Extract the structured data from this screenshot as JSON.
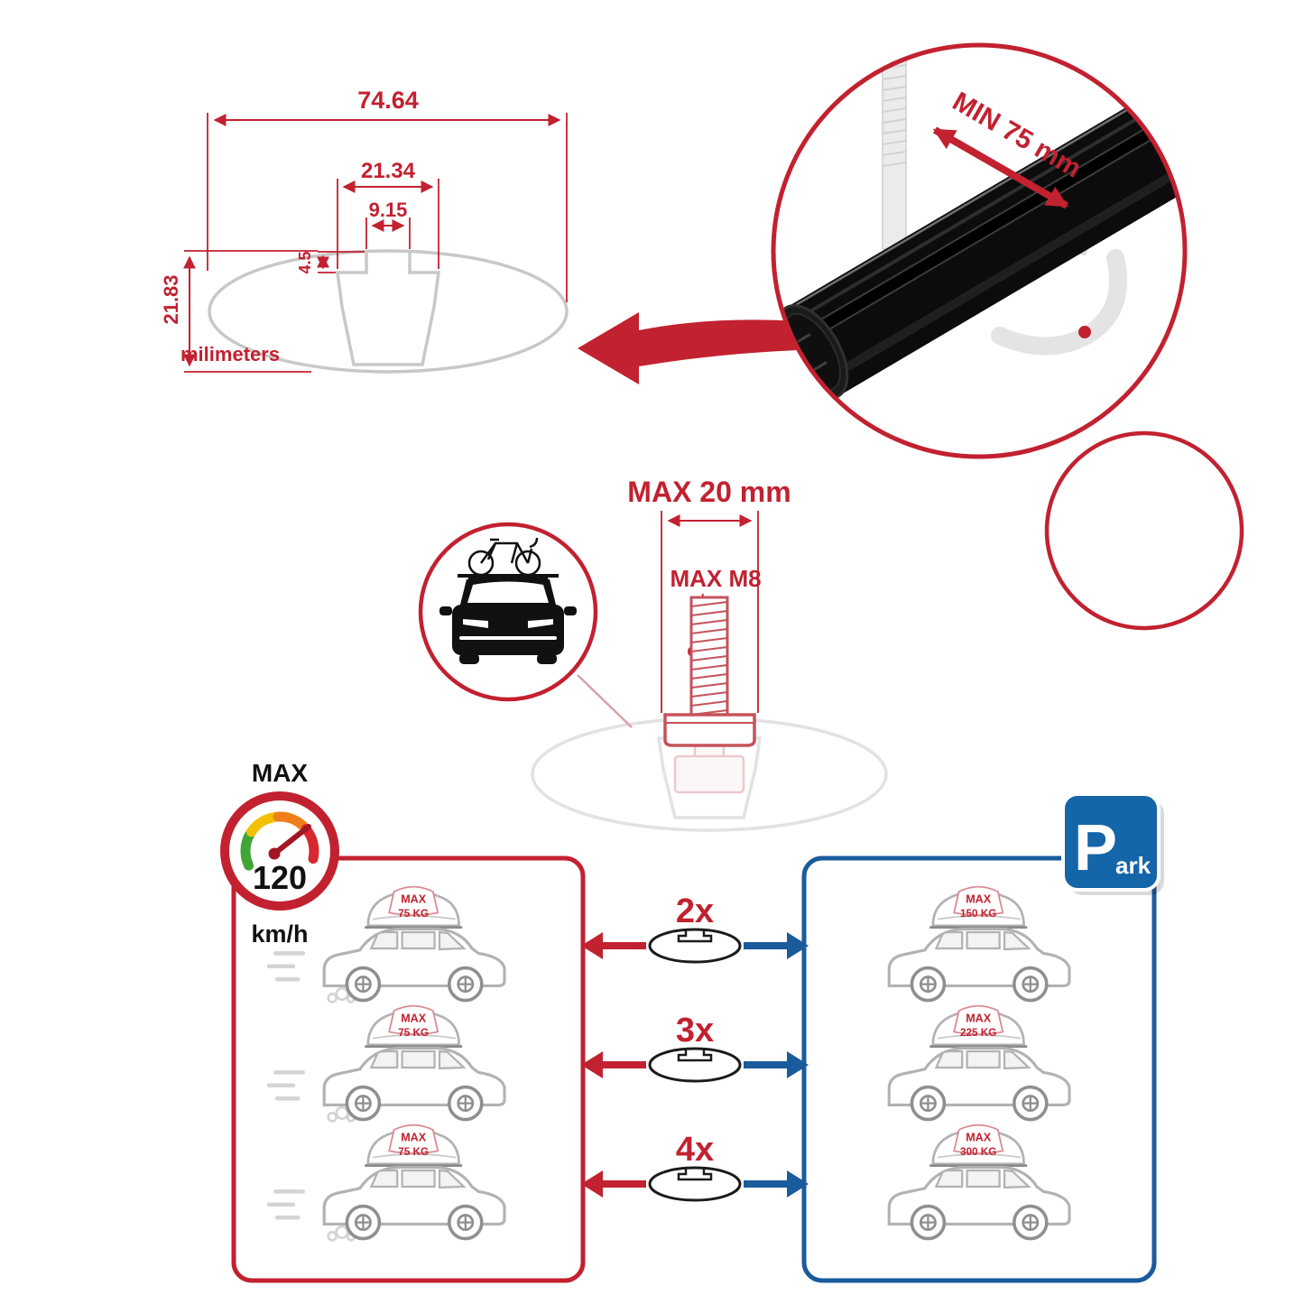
{
  "colors": {
    "accent_red": "#c22130",
    "accent_blue": "#1a5b9c",
    "park_blue": "#1565a9",
    "outline_gray": "#c8c8c8",
    "bar_black": "#111111"
  },
  "dimension_diagram": {
    "total_width": "74.64",
    "inner_width": "21.34",
    "slot_width": "9.15",
    "slot_depth": "4.5",
    "total_height": "21.83",
    "unit_label": "milimeters"
  },
  "detail_view": {
    "min_clamp_label": "MIN 75 mm"
  },
  "bolt_spec": {
    "max_length_label": "MAX 20 mm",
    "max_thread_label": "MAX M8"
  },
  "speed_limit": {
    "label": "MAX",
    "value": "120",
    "unit": "km/h"
  },
  "park_sign": {
    "letter": "P",
    "suffix": "ark"
  },
  "multipliers": [
    {
      "label": "2x"
    },
    {
      "label": "3x"
    },
    {
      "label": "4x"
    }
  ],
  "red_panel": {
    "cars": [
      {
        "max_label": "MAX",
        "weight": "75 KG"
      },
      {
        "max_label": "MAX",
        "weight": "75 KG"
      },
      {
        "max_label": "MAX",
        "weight": "75 KG"
      }
    ]
  },
  "blue_panel": {
    "cars": [
      {
        "max_label": "MAX",
        "weight": "150 KG"
      },
      {
        "max_label": "MAX",
        "weight": "225 KG"
      },
      {
        "max_label": "MAX",
        "weight": "300 KG"
      }
    ]
  }
}
